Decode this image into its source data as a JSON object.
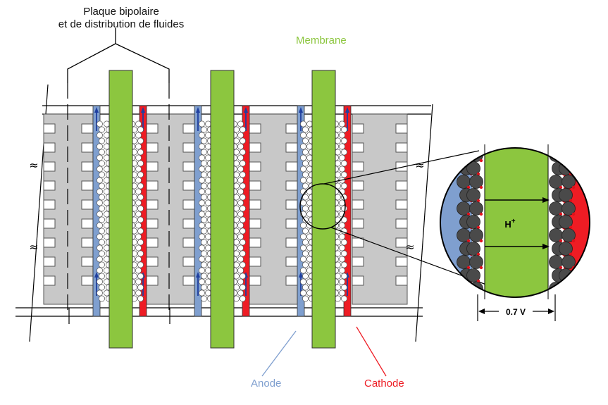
{
  "labels": {
    "plate_line1": "Plaque bipolaire",
    "plate_line2": "et de distribution de fluides",
    "membrane": "Membrane",
    "anode": "Anode",
    "cathode": "Cathode",
    "proton": "H",
    "proton_charge": "+",
    "voltage": "0.7 V"
  },
  "colors": {
    "membrane": "#8cc63f",
    "anode": "#7f9fcf",
    "cathode": "#ee1c24",
    "plate": "#c8c8c8",
    "arrow": "#1f3f9f",
    "catalyst": "#4a4a4a",
    "catalyst_dot": "#e0101a"
  },
  "icons": [
    "break-mark-icon",
    "flow-arrow-icon"
  ]
}
